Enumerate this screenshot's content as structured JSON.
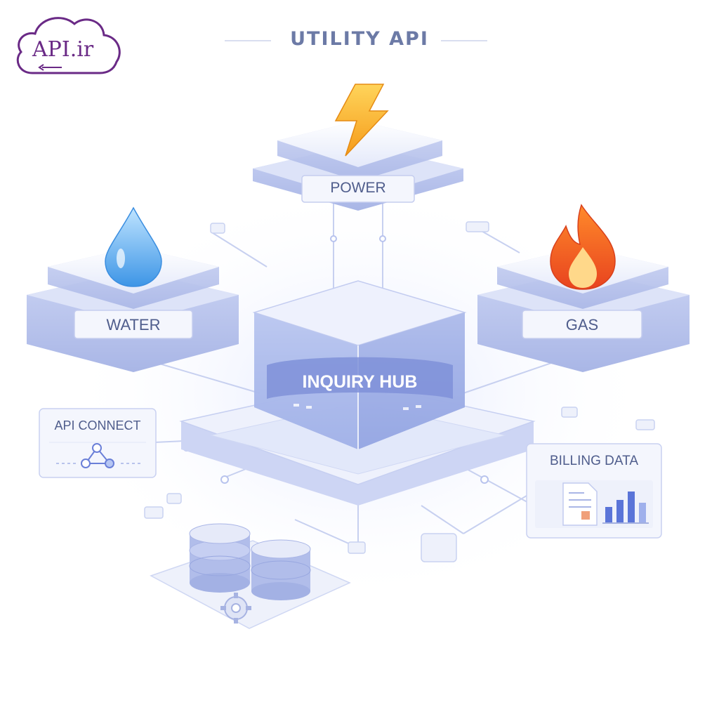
{
  "logo": {
    "text": "API.ir"
  },
  "title": "UTILITY API",
  "nodes": {
    "power": "POWER",
    "water": "WATER",
    "gas": "GAS",
    "hub": "INQUIRY HUB",
    "api_connect": "API CONNECT",
    "billing": "BILLING DATA"
  },
  "icons": {
    "power": "lightning-bolt-icon",
    "water": "water-drop-icon",
    "gas": "flame-icon",
    "api_connect": "network-nodes-icon",
    "billing": "document-chart-icon",
    "storage": "database-icon",
    "settings": "gear-icon"
  },
  "colors": {
    "accent": "#6a7fd8",
    "title": "#6c7aa6",
    "logo": "#6a2a86",
    "bolt": "#f7b52b",
    "drop": "#5aaef0",
    "flame": "#f26b22"
  }
}
